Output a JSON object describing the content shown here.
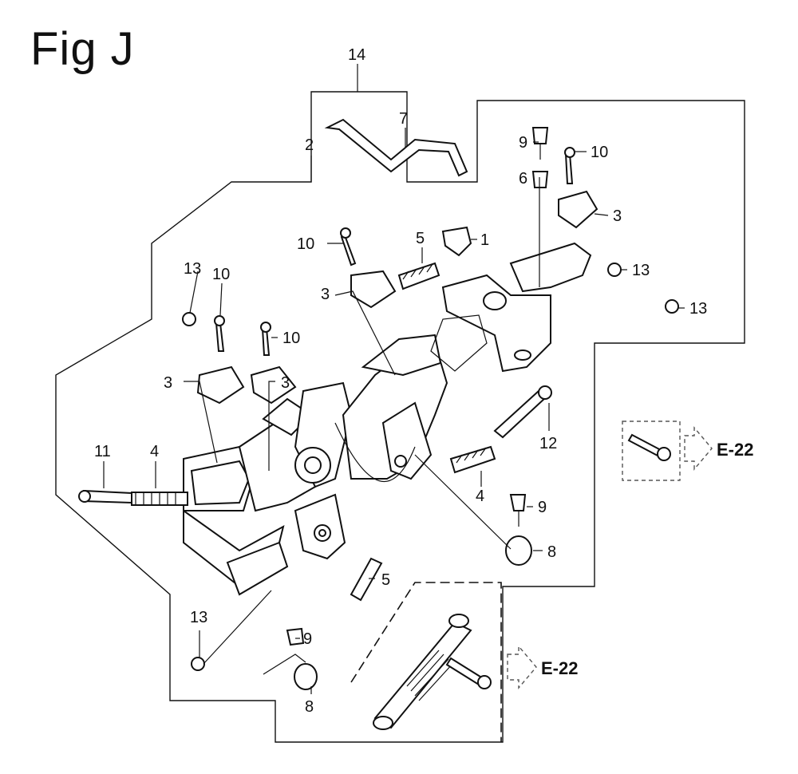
{
  "title": "Fig J",
  "callouts": [
    "14",
    "2",
    "7",
    "9",
    "10",
    "6",
    "3",
    "1",
    "5",
    "10",
    "3",
    "13",
    "13",
    "13",
    "10",
    "10",
    "3",
    "3",
    "11",
    "4",
    "12",
    "4",
    "9",
    "8",
    "5",
    "13",
    "9",
    "8"
  ],
  "references": [
    "E-22",
    "E-22"
  ]
}
